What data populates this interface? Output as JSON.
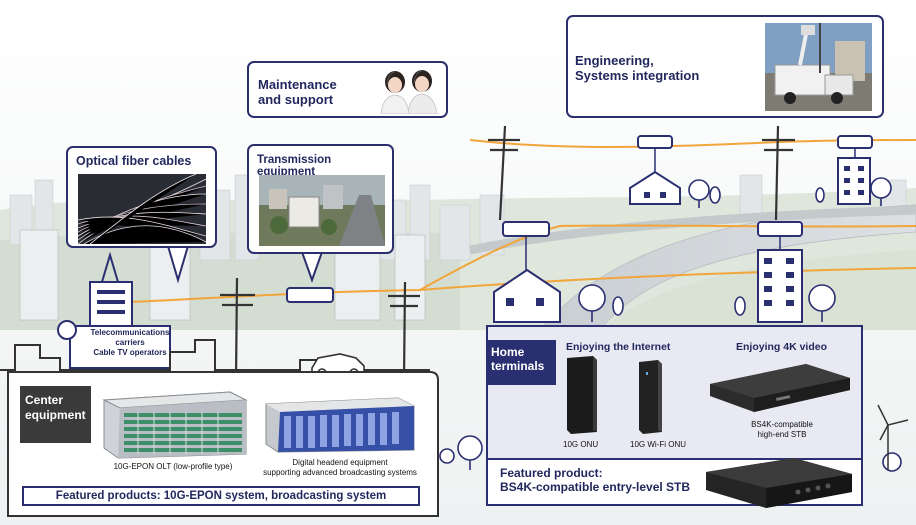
{
  "maintenance": {
    "title_line1": "Maintenance",
    "title_line2": "and support"
  },
  "engineering": {
    "title_line1": "Engineering,",
    "title_line2": "Systems integration"
  },
  "optical": {
    "title": "Optical fiber cables"
  },
  "transmission": {
    "title": "Transmission equipment"
  },
  "telecom": {
    "line1": "Telecommunications carriers",
    "line2": "Cable TV operators"
  },
  "center": {
    "line1": "Center",
    "line2": "equipment"
  },
  "olt": {
    "label": "10G-EPON OLT (low-profile type)"
  },
  "headend": {
    "line1": "Digital headend equipment",
    "line2": "supporting advanced broadcasting systems"
  },
  "featured_left": {
    "text": "Featured products: 10G-EPON system, broadcasting system"
  },
  "home": {
    "line1": "Home",
    "line2": "terminals"
  },
  "internet": {
    "title": "Enjoying the Internet",
    "onu": "10G ONU",
    "wifi_onu": "10G Wi-Fi ONU"
  },
  "video": {
    "title": "Enjoying 4K video",
    "stb_line1": "BS4K-compatible",
    "stb_line2": "high-end STB"
  },
  "featured_right": {
    "line1": "Featured product:",
    "line2": "BS4K-compatible entry-level STB"
  },
  "colors": {
    "navy": "#2a2f72",
    "fiber": "#f2a53a",
    "panel_dark": "#3a3a3a",
    "panel_light": "#e9e9f3"
  }
}
